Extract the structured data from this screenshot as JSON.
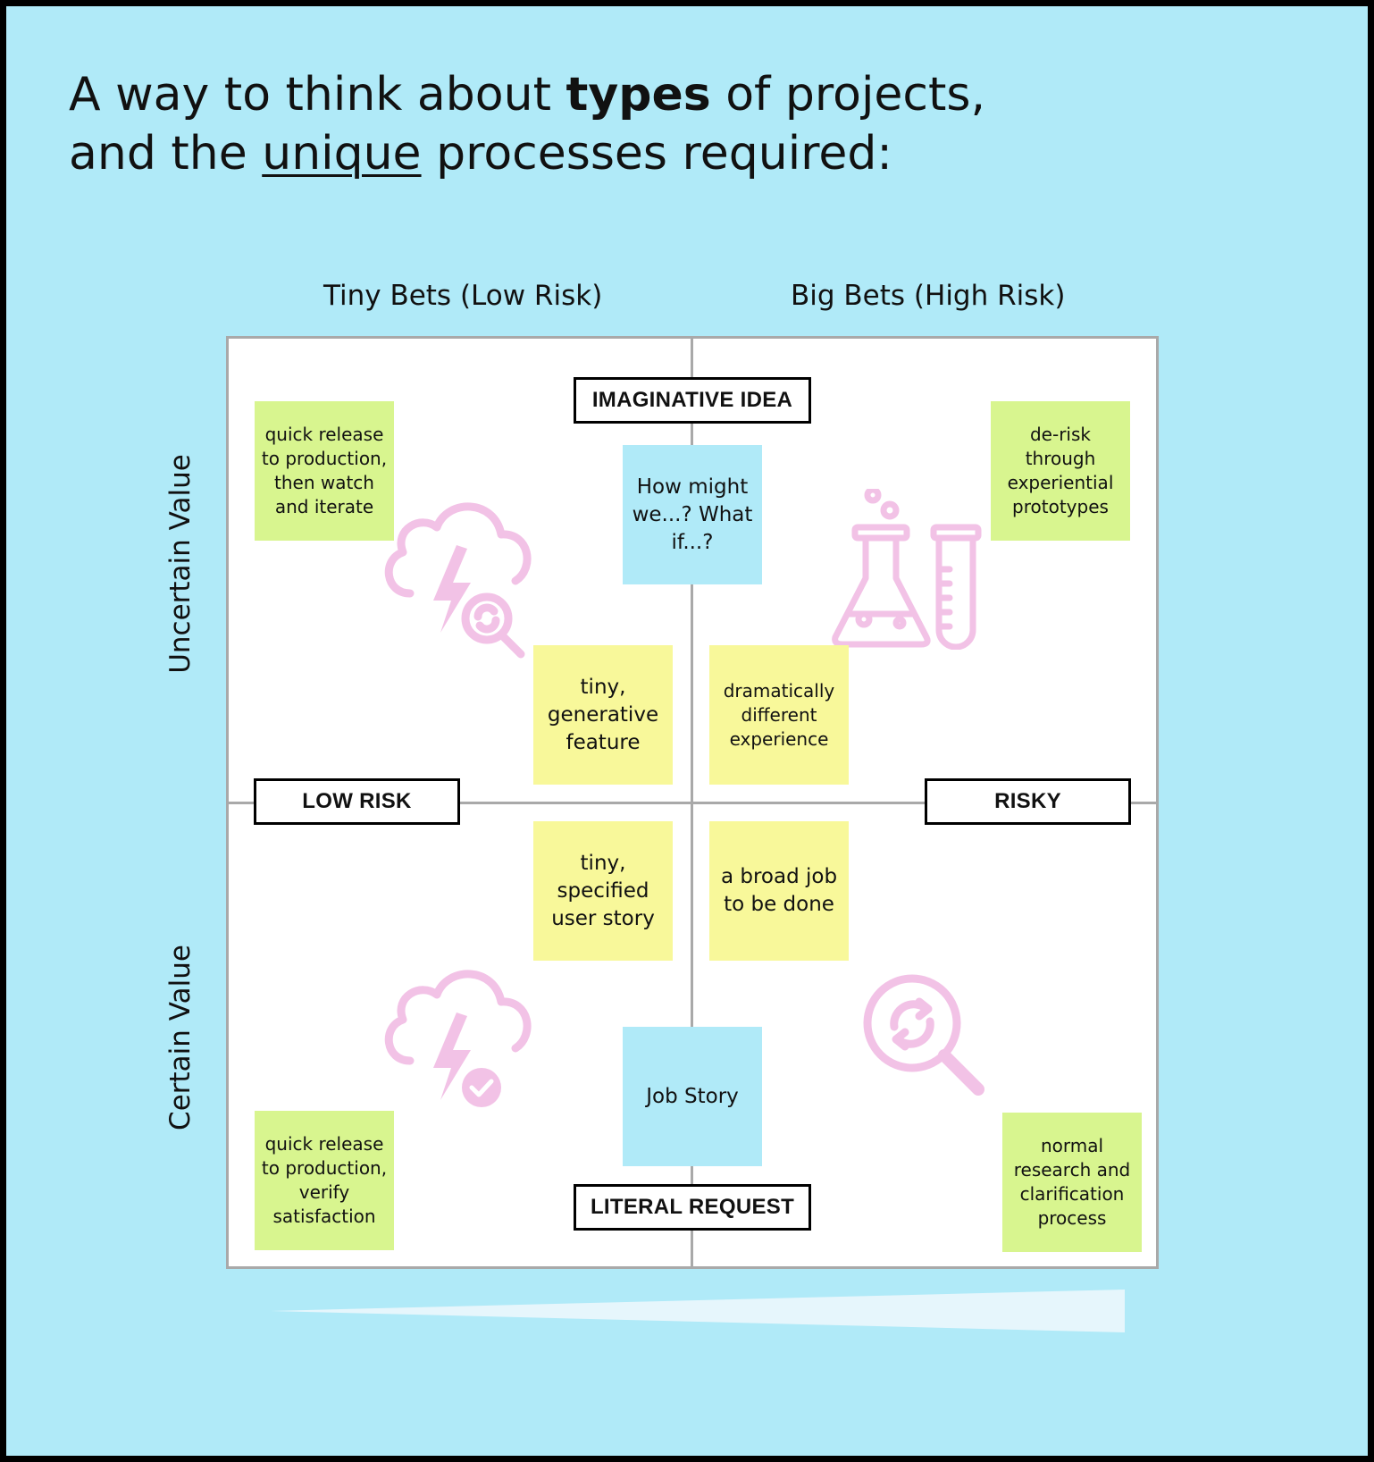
{
  "title": {
    "line1_pre": "A way to think about ",
    "line1_bold": "types",
    "line1_post": " of projects,",
    "line2_pre": "and the ",
    "line2_underline": "unique",
    "line2_post": " processes required:"
  },
  "columns": {
    "left": "Tiny Bets (Low Risk)",
    "right": "Big Bets (High Risk)"
  },
  "rows": {
    "top": "Uncertain Value",
    "bottom": "Certain Value"
  },
  "axis_labels": {
    "top": "IMAGINATIVE IDEA",
    "bottom": "LITERAL REQUEST",
    "left": "LOW RISK",
    "right": "RISKY"
  },
  "notes": {
    "tl_green": "quick release\nto production,\nthen watch\nand iterate",
    "tl_yellow": "tiny,\ngenerative\nfeature",
    "center_top_blue": "How might\nwe...? What\nif...?",
    "tr_green": "de-risk\nthrough\nexperiential\nprototypes",
    "tr_yellow": "dramatically\ndifferent\nexperience",
    "bl_yellow": "tiny,\nspecified\nuser story",
    "bl_green": "quick release\nto production,\nverify\nsatisfaction",
    "center_bottom_blue": "Job Story",
    "br_yellow": "a broad job\nto be done",
    "br_green": "normal\nresearch and\nclarification\nprocess"
  },
  "icons": {
    "tl": "cloud-lightning-search-icon",
    "tr": "flask-test-tube-icon",
    "bl": "cloud-lightning-check-icon",
    "br": "magnifier-refresh-icon"
  },
  "colors": {
    "background": "#b0eaf8",
    "green_note": "#d8f58f",
    "yellow_note": "#f8f89a",
    "blue_note": "#b0eaf8",
    "icon_pink": "#f2c2e6"
  }
}
